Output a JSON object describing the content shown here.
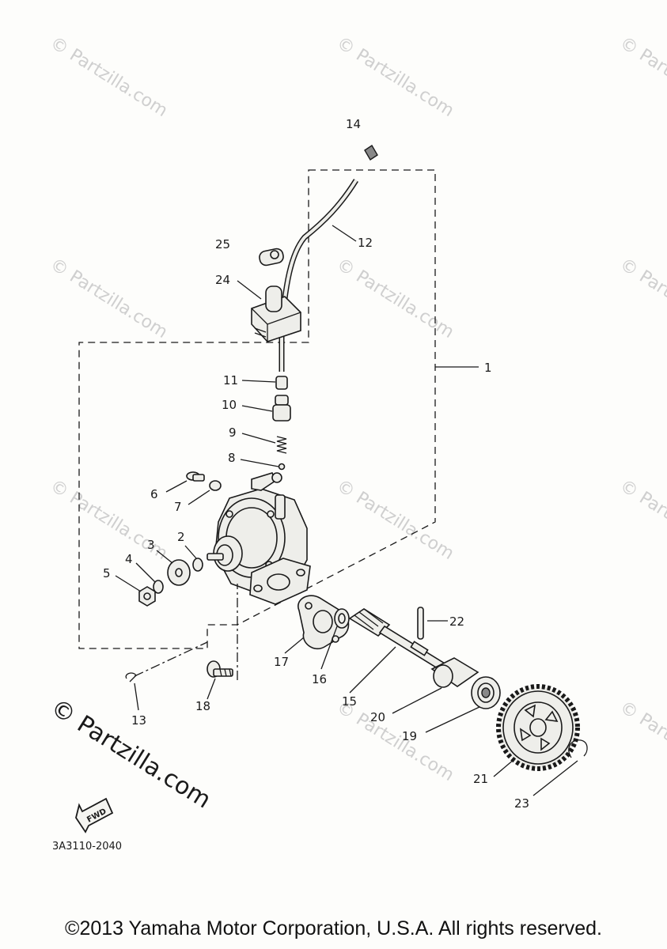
{
  "diagram": {
    "callouts": {
      "c1": "1",
      "c2": "2",
      "c3": "3",
      "c4": "4",
      "c5": "5",
      "c6": "6",
      "c7": "7",
      "c8": "8",
      "c9": "9",
      "c10": "10",
      "c11": "11",
      "c12": "12",
      "c13": "13",
      "c14": "14",
      "c15": "15",
      "c16": "16",
      "c17": "17",
      "c18": "18",
      "c19": "19",
      "c20": "20",
      "c21": "21",
      "c22": "22",
      "c23": "23",
      "c24": "24",
      "c25": "25"
    },
    "fwd_label": "FWD",
    "part_code": "3A3110-2040"
  },
  "watermark": {
    "text": "© Partzilla.com"
  },
  "footer": {
    "copyright": "©2013 Yamaha Motor Corporation, U.S.A. All rights reserved."
  }
}
